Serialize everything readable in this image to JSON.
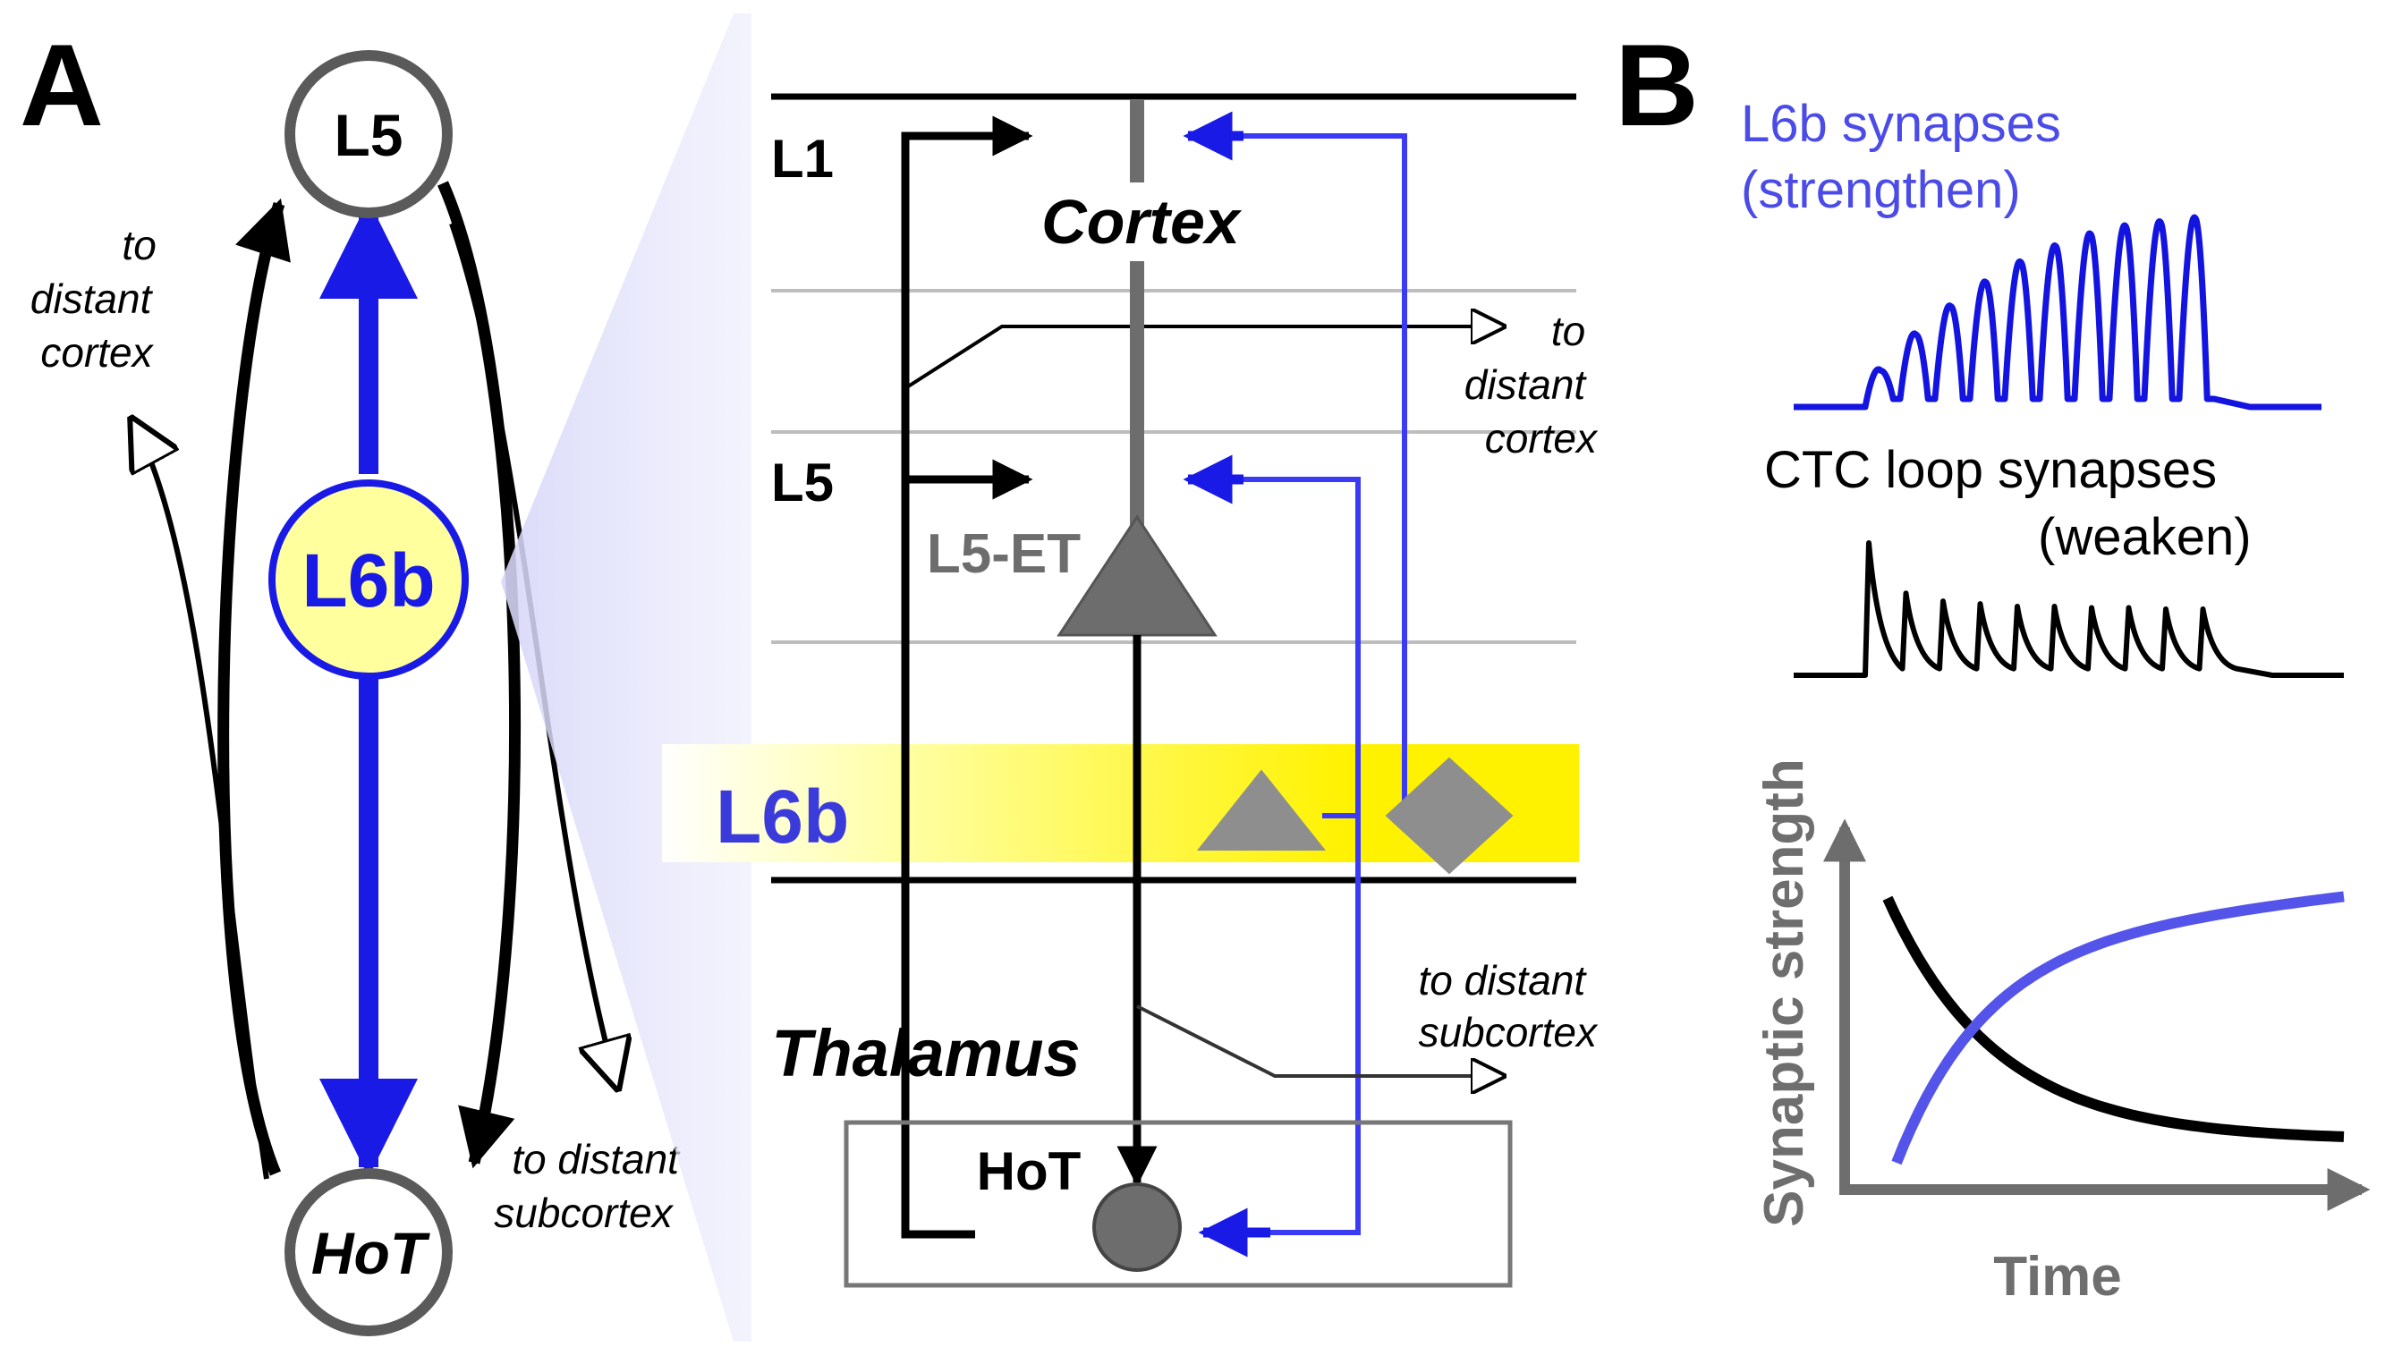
{
  "panels": {
    "a": "A",
    "b": "B"
  },
  "panel_a": {
    "nodes": {
      "l5": "L5",
      "l6b": "L6b",
      "hot": "HoT"
    },
    "notes": {
      "to_distant_cortex": [
        "to",
        "distant",
        "cortex"
      ],
      "to_distant_subcortex": [
        "to distant",
        "subcortex"
      ]
    }
  },
  "circuit": {
    "layer_l1": "L1",
    "layer_l5": "L5",
    "layer_l6b": "L6b",
    "cortex": "Cortex",
    "cell_l5et": "L5-ET",
    "thalamus": "Thalamus",
    "hot": "HoT",
    "to_distant_cortex": [
      "to",
      "distant",
      "cortex"
    ],
    "to_distant_subcortex": [
      "to distant",
      "subcortex"
    ]
  },
  "panel_b": {
    "l6b_trace": {
      "title": [
        "L6b synapses",
        "(strengthen)"
      ],
      "color": "#1414e0",
      "peaks": [
        0.18,
        0.36,
        0.5,
        0.62,
        0.72,
        0.8,
        0.86,
        0.9,
        0.92,
        0.94
      ]
    },
    "ctc_trace": {
      "title": [
        "CTC loop synapses",
        "(weaken)"
      ],
      "color": "#000000",
      "peaks": [
        1.0,
        0.62,
        0.56,
        0.54,
        0.52,
        0.52,
        0.51,
        0.51,
        0.5,
        0.5
      ]
    },
    "strength_plot": {
      "xlabel": "Time",
      "ylabel": "Synaptic strength",
      "axis_color": "#6e6e6e",
      "series": [
        {
          "key": "ctc",
          "color": "#000000",
          "trend": "decreasing"
        },
        {
          "key": "l6b",
          "color": "#5454ea",
          "trend": "increasing"
        }
      ]
    }
  },
  "colors": {
    "blue": "#1a1ae6",
    "light_blue": "#5656f0",
    "gray": "#6d6d6d",
    "yellow": "#fff200",
    "pale_yellow": "#ffff99"
  }
}
